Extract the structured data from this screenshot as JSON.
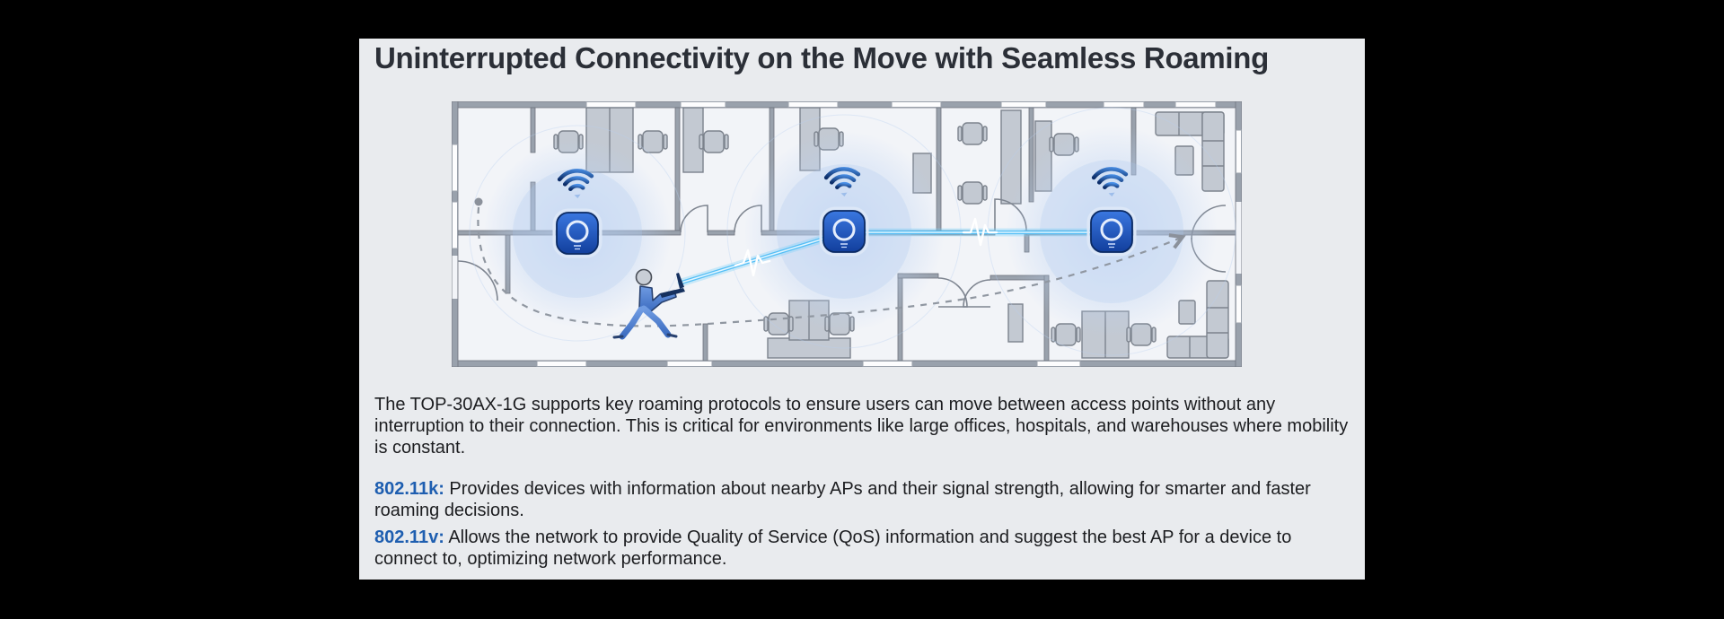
{
  "window": {
    "background": "#000000"
  },
  "panel": {
    "background": "#e9ebee"
  },
  "header": {
    "title": "Uninterrupted Connectivity on the Move with Seamless Roaming",
    "color": "#2b2f37"
  },
  "floorplan": {
    "access_points_count": 3,
    "icons": [
      "wifi-icon",
      "access-point-icon",
      "walking-user-laptop-icon",
      "roaming-path-arrow-icon",
      "signal-pulse-icon",
      "office-chair-icon",
      "door-arc-icon"
    ],
    "colors": {
      "access_point": "#1c4cae",
      "beam": "#55c4f8",
      "coverage": "#a7c4ef",
      "walls": "#99a1ac",
      "path": "#9097a1"
    }
  },
  "content": {
    "intro": "The TOP-30AX-1G supports key roaming protocols to ensure users can move between access points without any interruption to their connection. This is critical for environments like large offices, hospitals, and warehouses where mobility is constant.",
    "items": [
      {
        "label": "802.11k:",
        "text": " Provides devices with information about nearby APs and their signal strength, allowing for smarter and faster roaming decisions."
      },
      {
        "label": "802.11v:",
        "text": " Allows the network to provide Quality of Service (QoS) information and suggest the best AP for a device to connect to, optimizing network performance."
      }
    ],
    "label_color": "#1e5eb0"
  }
}
